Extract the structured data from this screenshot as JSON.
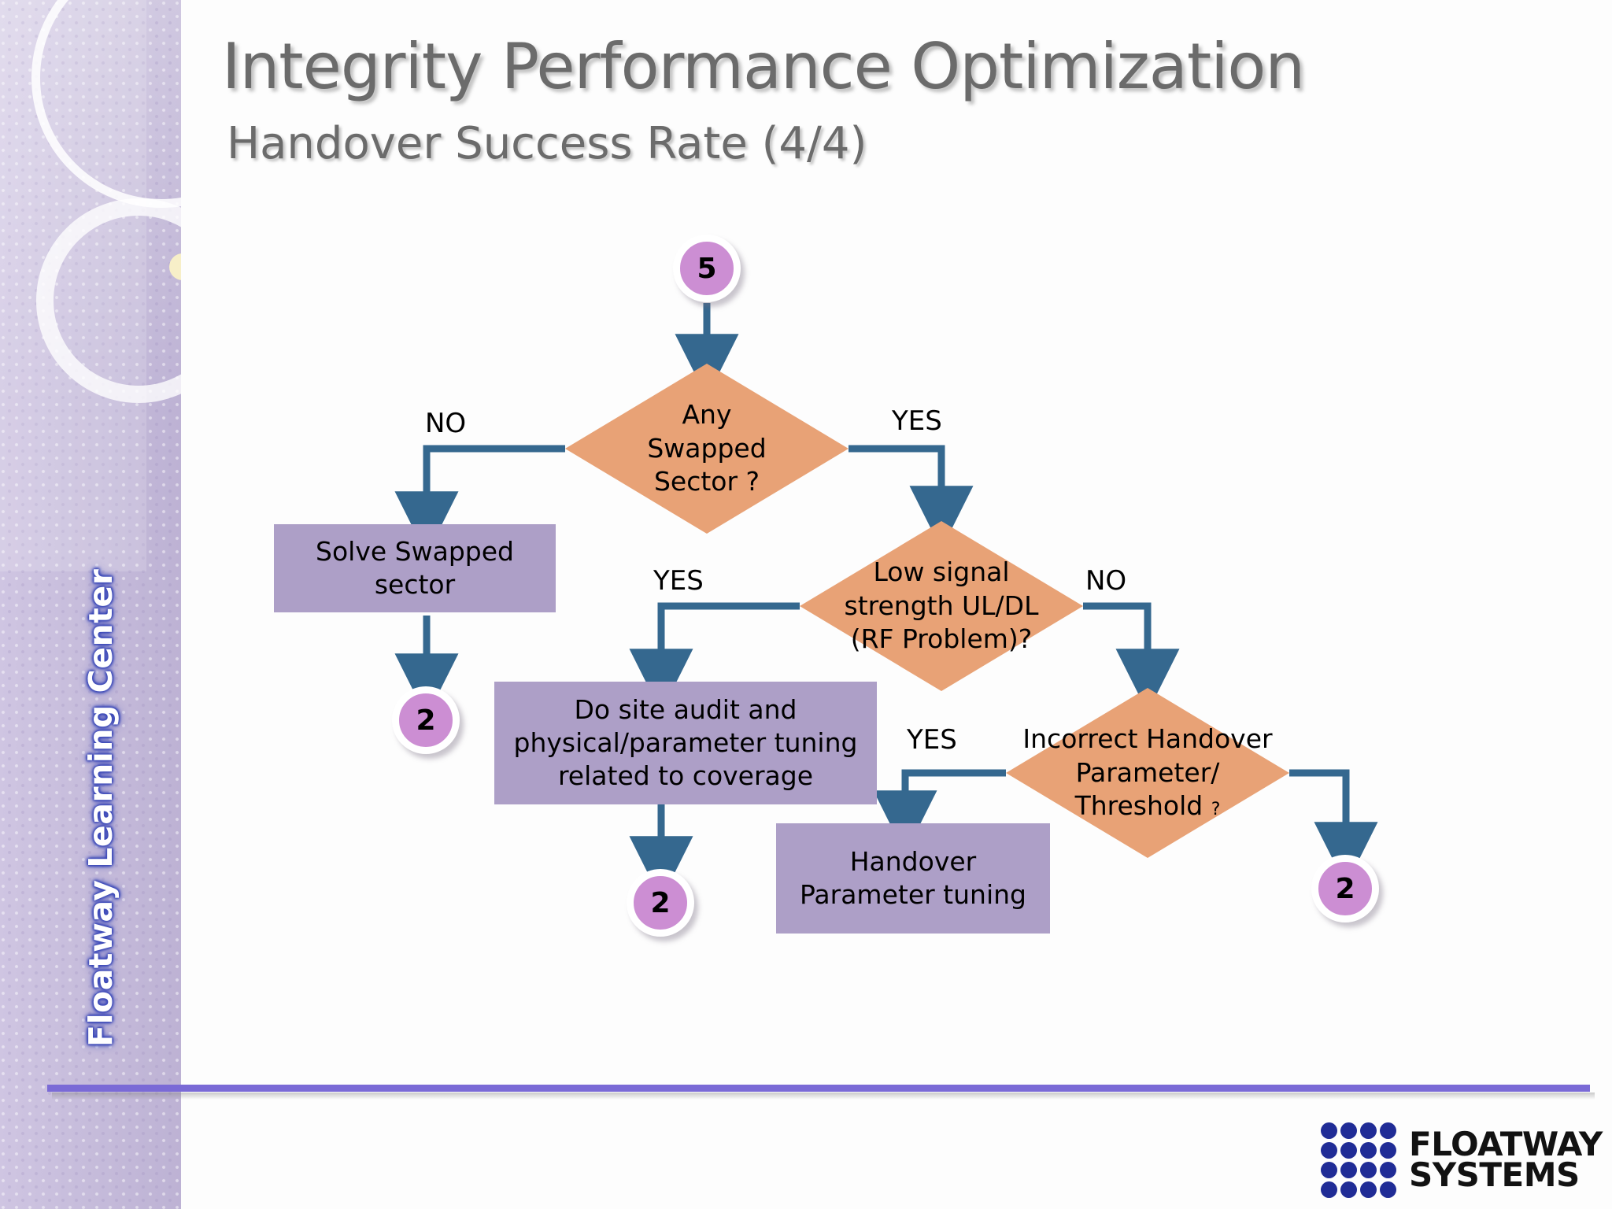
{
  "slide": {
    "title": "Integrity Performance Optimization",
    "subtitle": "Handover Success Rate (4/4)",
    "sidebar_text": "Floatway Learning Center",
    "logo_line1": "FLOATWAY",
    "logo_line2": "SYSTEMS"
  },
  "colors": {
    "sidebar": "#c6bcdb",
    "diamond": "#e8a276",
    "rectangle": "#ad9fc7",
    "circle": "#cc8ed3",
    "connector": "#35688f",
    "rule": "#7a6ad6",
    "title_text": "#6b6b6b",
    "logo_dot": "#202c96"
  },
  "flowchart": {
    "type": "flowchart",
    "nodes": [
      {
        "id": "start5",
        "shape": "circle",
        "label": "5"
      },
      {
        "id": "d1",
        "shape": "diamond",
        "label": "Any\nSwapped\nSector ?"
      },
      {
        "id": "solve",
        "shape": "rectangle",
        "label": "Solve Swapped\nsector"
      },
      {
        "id": "end2a",
        "shape": "circle",
        "label": "2"
      },
      {
        "id": "d2",
        "shape": "diamond",
        "label": "Low signal\nstrength UL/DL\n(RF Problem)?"
      },
      {
        "id": "audit",
        "shape": "rectangle",
        "label": "Do site audit and\nphysical/parameter tuning\nrelated to coverage"
      },
      {
        "id": "end2b",
        "shape": "circle",
        "label": "2"
      },
      {
        "id": "d3",
        "shape": "diamond",
        "label": "Incorrect Handover\nParameter/\nThreshold ?"
      },
      {
        "id": "hoparam",
        "shape": "rectangle",
        "label": "Handover\nParameter tuning"
      },
      {
        "id": "end2c",
        "shape": "circle",
        "label": "2"
      }
    ],
    "diamond_labels": {
      "d1_line1": "Any",
      "d1_line2": "Swapped",
      "d1_line3": "Sector ?",
      "d2_line1": "Low signal",
      "d2_line2": "strength UL/DL",
      "d2_line3": "(RF Problem)?",
      "d3_line1": "Incorrect Handover",
      "d3_line2": "Parameter/",
      "d3_line3": "Threshold",
      "d3_qmark": "?"
    },
    "rect_labels": {
      "solve_line1": "Solve Swapped",
      "solve_line2": "sector",
      "audit_line1": "Do site audit and",
      "audit_line2": "physical/parameter tuning",
      "audit_line3": "related to coverage",
      "hoparam_line1": "Handover",
      "hoparam_line2": "Parameter tuning"
    },
    "circle_labels": {
      "start5": "5",
      "end2a": "2",
      "end2b": "2",
      "end2c": "2"
    },
    "edges": [
      {
        "from": "start5",
        "to": "d1",
        "label": ""
      },
      {
        "from": "d1",
        "to": "solve",
        "label": "NO"
      },
      {
        "from": "d1",
        "to": "d2",
        "label": "YES"
      },
      {
        "from": "solve",
        "to": "end2a",
        "label": ""
      },
      {
        "from": "d2",
        "to": "audit",
        "label": "YES"
      },
      {
        "from": "d2",
        "to": "d3",
        "label": "NO"
      },
      {
        "from": "audit",
        "to": "end2b",
        "label": ""
      },
      {
        "from": "d3",
        "to": "hoparam",
        "label": "YES"
      },
      {
        "from": "d3",
        "to": "end2c",
        "label": ""
      }
    ],
    "edge_labels": {
      "d1_no": "NO",
      "d1_yes": "YES",
      "d2_yes": "YES",
      "d2_no": "NO",
      "d3_yes": "YES"
    }
  }
}
